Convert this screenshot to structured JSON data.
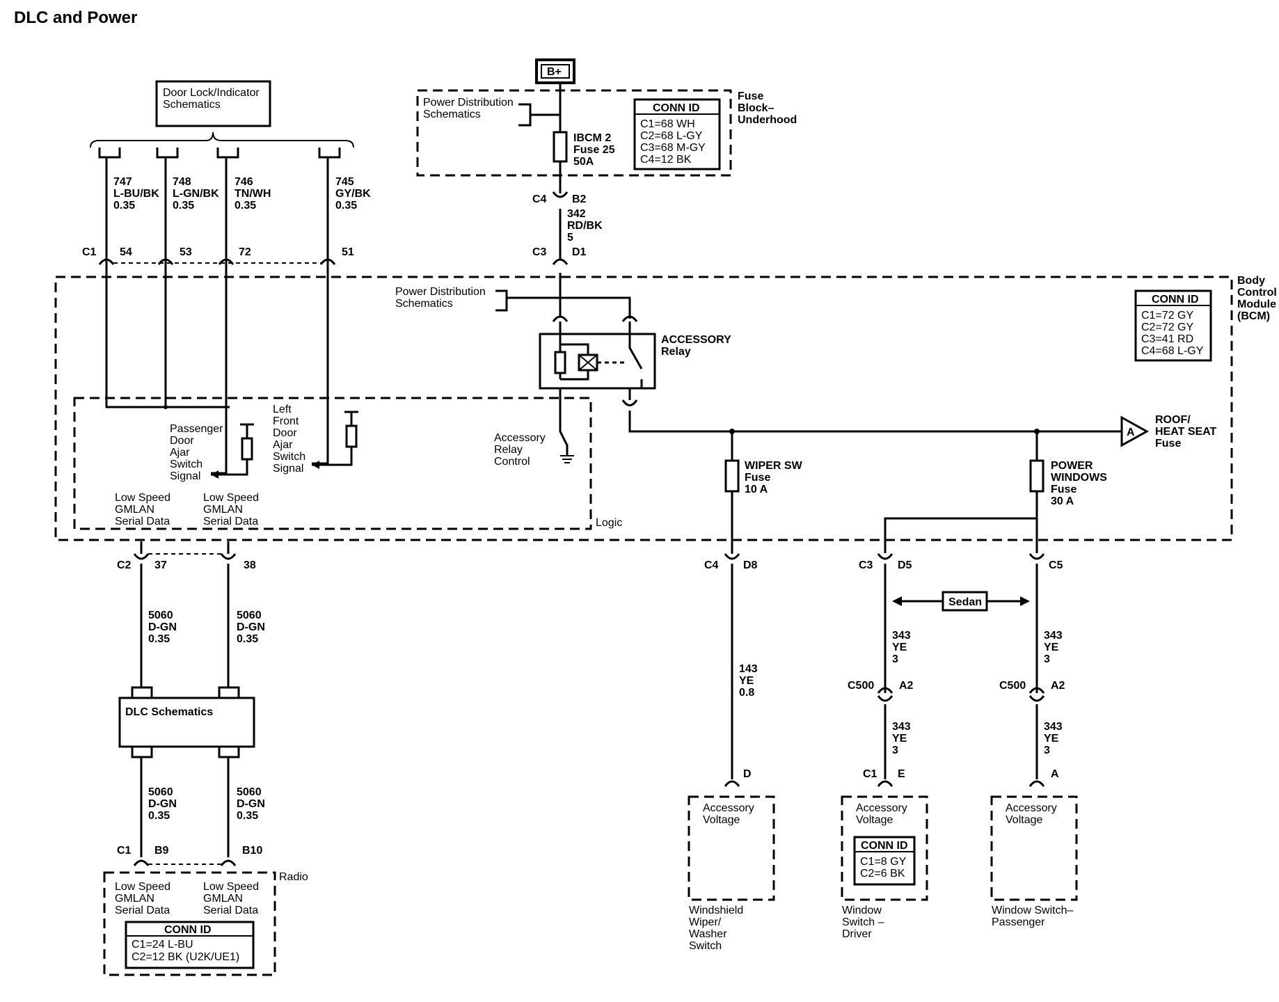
{
  "title": "DLC and Power",
  "b_plus": "B+",
  "door_lock_box": {
    "line1": "Door Lock/Indicator",
    "line2": "Schematics"
  },
  "top_wires": [
    {
      "circuit": "747",
      "color": "L-BU/BK",
      "gauge": "0.35",
      "pin": "54"
    },
    {
      "circuit": "748",
      "color": "L-GN/BK",
      "gauge": "0.35",
      "pin": "53"
    },
    {
      "circuit": "746",
      "color": "TN/WH",
      "gauge": "0.35",
      "pin": "72"
    },
    {
      "circuit": "745",
      "color": "GY/BK",
      "gauge": "0.35",
      "pin": "51"
    }
  ],
  "bcm_c1_label": "C1",
  "fuse_block": {
    "label_lines": [
      "Fuse",
      "Block–",
      "Underhood"
    ],
    "power_dist_lines": [
      "Power Distribution",
      "Schematics"
    ],
    "fuse_lines": [
      "IBCM 2",
      "Fuse 25",
      "50A"
    ],
    "conn_title": "CONN ID",
    "conn_lines": [
      "C1=68 WH",
      "C2=68 L-GY",
      "C3=68 M-GY",
      "C4=12 BK"
    ],
    "out_connector": "C4",
    "out_pin": "B2"
  },
  "feed_wire": {
    "circuit": "342",
    "color": "RD/BK",
    "gauge": "5"
  },
  "bcm_feed": {
    "connector": "C3",
    "pin": "D1"
  },
  "bcm": {
    "label_lines": [
      "Body",
      "Control",
      "Module",
      "(BCM)"
    ],
    "conn_title": "CONN ID",
    "conn_lines": [
      "C1=72 GY",
      "C2=72 GY",
      "C3=41 RD",
      "C4=68 L-GY"
    ],
    "power_dist_lines": [
      "Power Distribution",
      "Schematics"
    ],
    "relay_lines": [
      "ACCESSORY",
      "Relay"
    ],
    "relay_control_lines": [
      "Accessory",
      "Relay",
      "Control"
    ],
    "passenger_lines": [
      "Passenger",
      "Door",
      "Ajar",
      "Switch",
      "Signal"
    ],
    "left_front_lines": [
      "Left",
      "Front",
      "Door",
      "Ajar",
      "Switch",
      "Signal"
    ],
    "gmlan_lines": [
      "Low Speed",
      "GMLAN",
      "Serial Data"
    ],
    "logic_label": "Logic",
    "roof_lines": [
      "ROOF/",
      "HEAT SEAT",
      "Fuse"
    ],
    "roof_ref": "A",
    "wiper_fuse_lines": [
      "WIPER SW",
      "Fuse",
      "10 A"
    ],
    "power_windows_lines": [
      "POWER",
      "WINDOWS",
      "Fuse",
      "30 A"
    ]
  },
  "gmlan_out": {
    "connector": "C2",
    "pin_left": "37",
    "pin_right": "38",
    "wire_circuit": "5060",
    "wire_color": "D-GN",
    "wire_gauge": "0.35"
  },
  "dlc_box": "DLC Schematics",
  "radio": {
    "connector": "C1",
    "pin_left": "B9",
    "pin_right": "B10",
    "label": "Radio",
    "gmlan_lines": [
      "Low Speed",
      "GMLAN",
      "Serial Data"
    ],
    "conn_title": "CONN ID",
    "conn_lines": [
      "C1=24 L-BU",
      "C2=12 BK (U2K/UE1)"
    ]
  },
  "wiper_branch": {
    "connector": "C4",
    "pin": "D8",
    "wire_circuit": "143",
    "wire_color": "YE",
    "wire_gauge": "0.8",
    "end_pin": "D",
    "box_lines": [
      "Accessory",
      "Voltage"
    ],
    "name_lines": [
      "Windshield",
      "Wiper/",
      "Washer",
      "Switch"
    ]
  },
  "driver_branch": {
    "connector": "C3",
    "pin": "D5",
    "wire_circuit": "343",
    "wire_color": "YE",
    "wire_gauge": "3",
    "inline_connector": "C500",
    "inline_pin": "A2",
    "end_connector": "C1",
    "end_pin": "E",
    "box_lines": [
      "Accessory",
      "Voltage"
    ],
    "conn_title": "CONN ID",
    "conn_lines": [
      "C1=8 GY",
      "C2=6 BK"
    ],
    "name_lines": [
      "Window",
      "Switch –",
      "Driver"
    ]
  },
  "sedan_label": "Sedan",
  "passenger_branch": {
    "connector": "C5",
    "wire_circuit": "343",
    "wire_color": "YE",
    "wire_gauge": "3",
    "inline_connector": "C500",
    "inline_pin": "A2",
    "end_pin": "A",
    "box_lines": [
      "Accessory",
      "Voltage"
    ],
    "name_lines": [
      "Window Switch–",
      "Passenger"
    ]
  }
}
